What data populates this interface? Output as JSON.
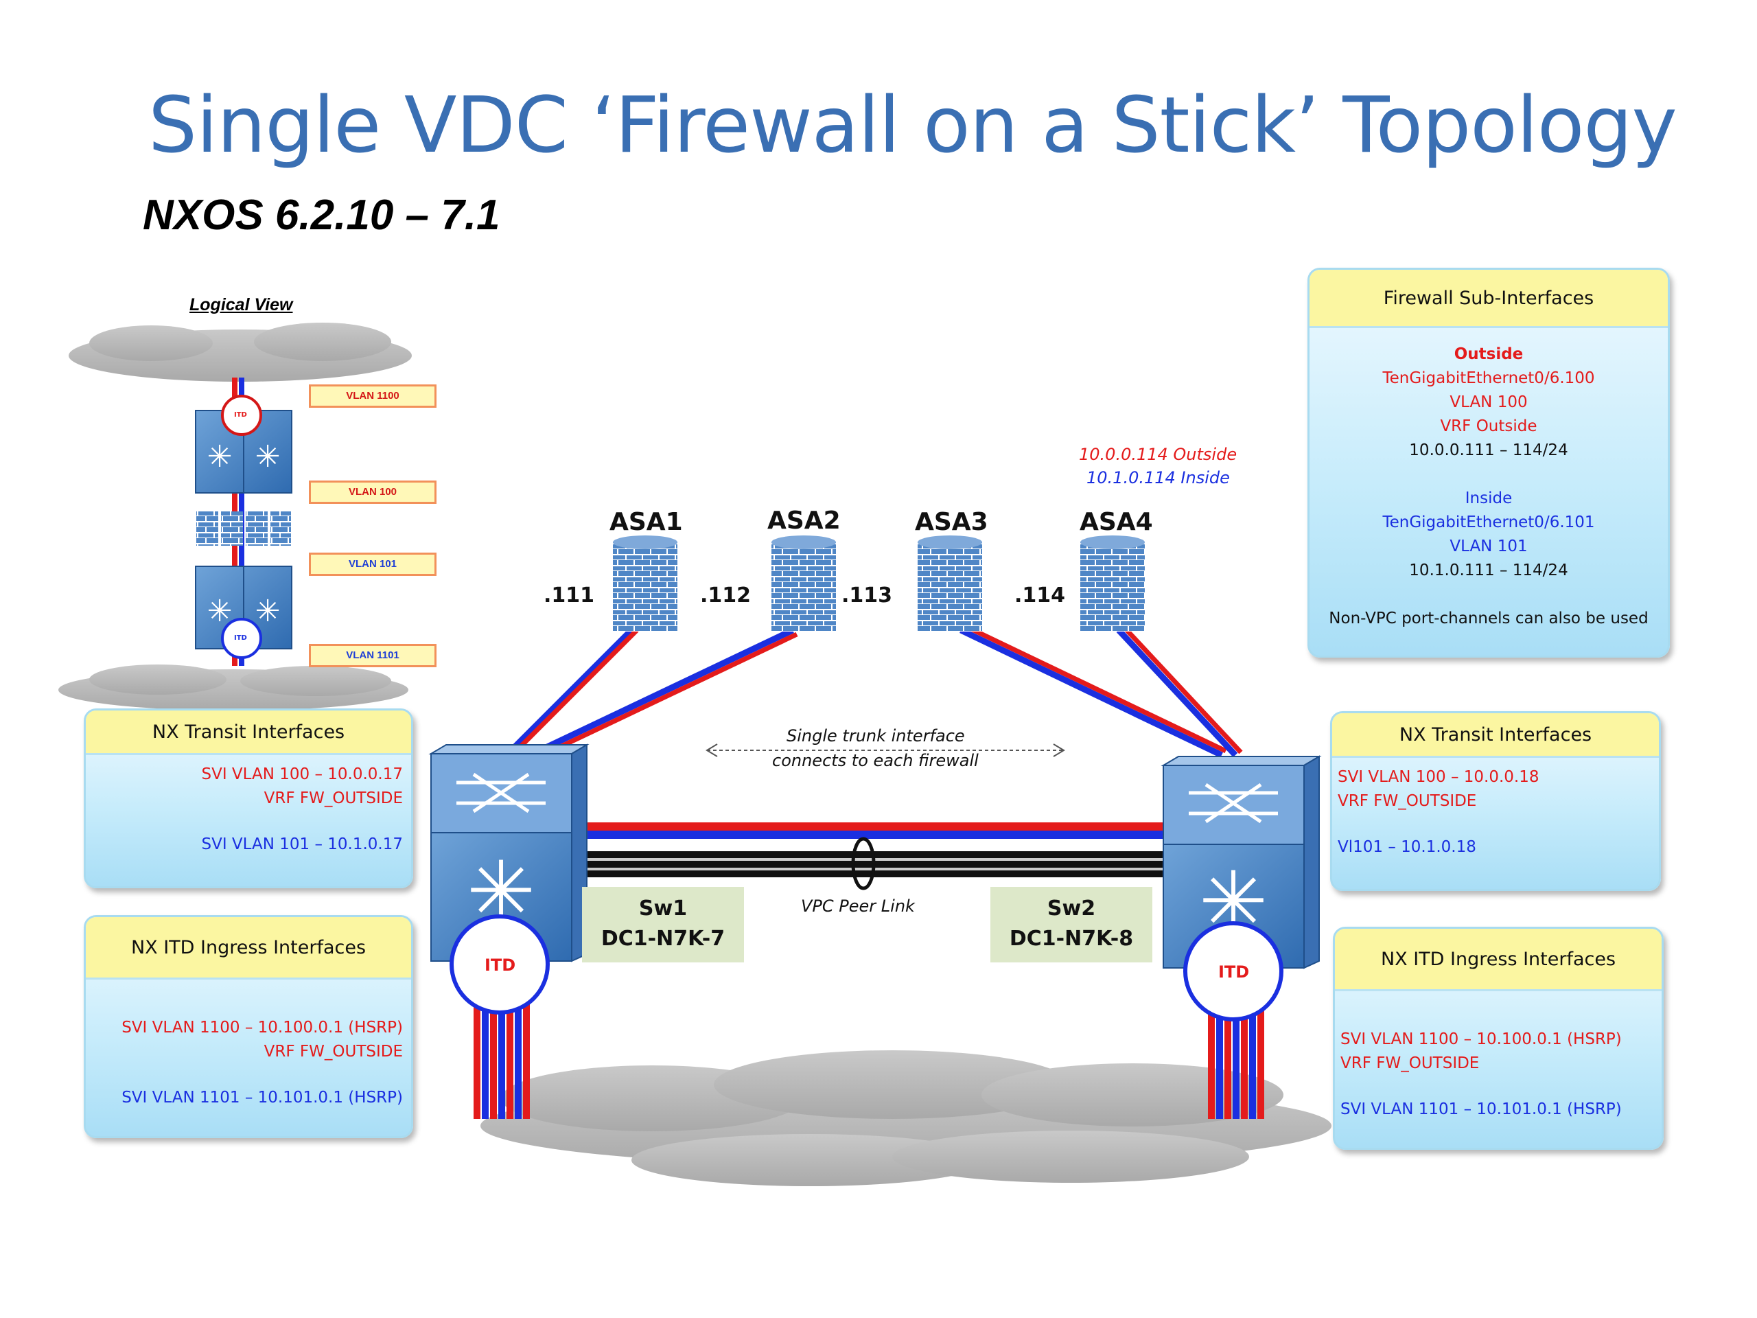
{
  "title": "Single VDC ‘Firewall on a Stick’ Topology",
  "subtitle": "NXOS 6.2.10 – 7.1",
  "logical_view": {
    "label": "Logical View",
    "itd_top": "ITD",
    "itd_bottom": "ITD",
    "vlan_tags": [
      "VLAN 1100",
      "VLAN 100",
      "VLAN 101",
      "VLAN 1101"
    ]
  },
  "firewalls": [
    {
      "name": "ASA1",
      "ip": ".111"
    },
    {
      "name": "ASA2",
      "ip": ".112"
    },
    {
      "name": "ASA3",
      "ip": ".113"
    },
    {
      "name": "ASA4",
      "ip": ".114"
    }
  ],
  "asa4_note": {
    "outside": "10.0.0.114 Outside",
    "inside": "10.1.0.114 Inside"
  },
  "trunk_note": {
    "line1": "Single trunk interface",
    "line2": "connects to each firewall"
  },
  "vpc_label": "VPC Peer Link",
  "switches": [
    {
      "name": "Sw1",
      "host": "DC1-N7K-7",
      "itd": "ITD"
    },
    {
      "name": "Sw2",
      "host": "DC1-N7K-8",
      "itd": "ITD"
    }
  ],
  "fw_sub_interfaces": {
    "header": "Firewall Sub-Interfaces",
    "outside_title": "Outside",
    "outside_if": "TenGigabitEthernet0/6.100",
    "outside_vlan": "VLAN 100",
    "outside_vrf": "VRF Outside",
    "outside_range": "10.0.0.111 – 114/24",
    "inside_title": "Inside",
    "inside_if": "TenGigabitEthernet0/6.101",
    "inside_vlan": "VLAN 101",
    "inside_range": "10.1.0.111 – 114/24",
    "footer": "Non-VPC port-channels can also be used"
  },
  "left_transit": {
    "header": "NX Transit Interfaces",
    "svi100": "SVI VLAN 100 – 10.0.0.17",
    "vrf": "VRF FW_OUTSIDE",
    "svi101": "SVI VLAN 101 – 10.1.0.17"
  },
  "left_itd": {
    "header": "NX ITD Ingress Interfaces",
    "svi1100": "SVI VLAN 1100 – 10.100.0.1 (HSRP)",
    "vrf": "VRF FW_OUTSIDE",
    "svi1101": "SVI VLAN 1101 – 10.101.0.1 (HSRP)"
  },
  "right_transit": {
    "header": "NX Transit Interfaces",
    "svi100": "SVI VLAN 100 – 10.0.0.18",
    "vrf": "VRF FW_OUTSIDE",
    "vl101": "Vl101 – 10.1.0.18"
  },
  "right_itd": {
    "header": "NX ITD Ingress Interfaces",
    "svi1100": "SVI VLAN 1100 – 10.100.0.1 (HSRP)",
    "vrf": "VRF FW_OUTSIDE",
    "svi1101": "SVI VLAN 1101 – 10.101.0.1 (HSRP)"
  },
  "colors": {
    "outside": "#e41b1b",
    "inside": "#1a2fe0",
    "title": "#3a6fb3"
  }
}
